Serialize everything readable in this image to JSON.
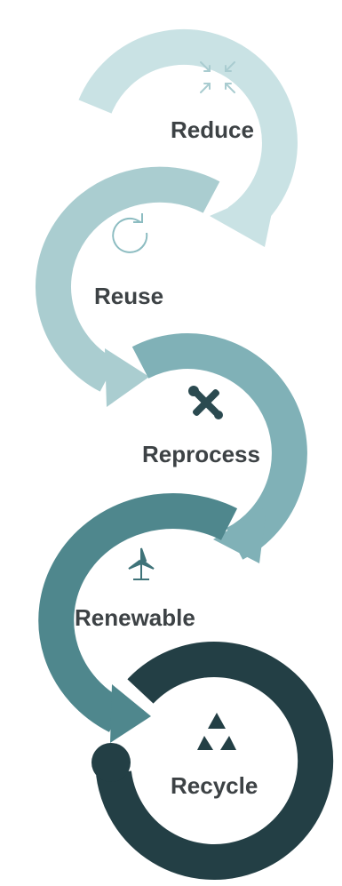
{
  "steps": [
    {
      "label": "Reduce",
      "icon": "compress-arrows-icon",
      "color": "#c9e2e4"
    },
    {
      "label": "Reuse",
      "icon": "refresh-icon",
      "color": "#aacdd0"
    },
    {
      "label": "Reprocess",
      "icon": "wrench-screwdriver-icon",
      "color": "#80b1b7"
    },
    {
      "label": "Renewable",
      "icon": "wind-turbine-icon",
      "color": "#4f878d"
    },
    {
      "label": "Recycle",
      "icon": "recycle-icon",
      "color": "#233f45"
    }
  ]
}
